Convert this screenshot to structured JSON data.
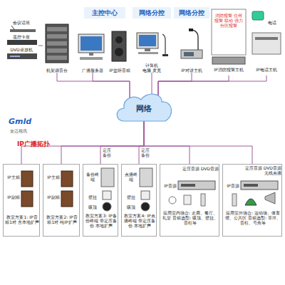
{
  "diagram": {
    "nodes": [
      {
        "text": [
          "会议话筒",
          "遥控卡座",
          "DVD录放机"
        ]
      },
      {
        "text": [
          "机架调音台"
        ]
      },
      {
        "text": [
          "主控中心"
        ]
      },
      {
        "text": [
          "广播服务器"
        ]
      },
      {
        "text": [
          "IP监听音箱"
        ]
      },
      {
        "text": [
          "网络分控"
        ]
      },
      {
        "text": [
          "计算机",
          "电脑 麦克"
        ]
      },
      {
        "text": [
          "网络分控"
        ]
      },
      {
        "text": [
          "IP对讲主机"
        ]
      },
      {
        "text": [
          "消防报警 任何报警 联动 强力分区报警",
          "IP消防报警主机"
        ]
      },
      {
        "text": [
          "电话",
          "IP电话主机"
        ]
      },
      {
        "text": [
          "网络"
        ]
      },
      {
        "text": [
          "IP主箱",
          "IP副箱",
          "教室方案1: IP音箱1对 含本地扩声"
        ]
      },
      {
        "text": [
          "IP主箱",
          "IP副箱",
          "教室方案2: IP音箱1对 纯IP扩声"
        ]
      },
      {
        "text": [
          "备份终端",
          "壁挂",
          "吸顶",
          "教室方案3: IP备份终端 带定压备份 本地扩声"
        ]
      },
      {
        "text": [
          "点播终端",
          "壁挂",
          "吸顶",
          "教室方案4: IP点播终端 带定压备份 本地扩声"
        ]
      },
      {
        "text": [
          "定压音源 DVD音源",
          "IP音源",
          "应用室内场合: 走廊、餐厅、礼堂 音箱选型: 吸顶、壁挂、音柱等"
        ]
      },
      {
        "text": [
          "定压音源 DVD音源 无线点播",
          "IP音源",
          "应用室外场合: 运动场、体育馆、公共区 音箱选型: 草坪、音柱、号角等"
        ]
      }
    ],
    "edges": [
      {
        "from": 0,
        "to": 1,
        "arrow": "none"
      },
      {
        "from": 11,
        "to": 1,
        "arrow": "none"
      },
      {
        "from": 11,
        "to": 3,
        "arrow": "none"
      },
      {
        "from": 11,
        "to": 6,
        "arrow": "none"
      },
      {
        "from": 11,
        "to": 8,
        "arrow": "none"
      },
      {
        "from": 11,
        "to": 9,
        "arrow": "none"
      },
      {
        "from": 11,
        "to": 10,
        "arrow": "none"
      },
      {
        "from": 11,
        "to": 12,
        "arrow": "none"
      },
      {
        "from": 11,
        "to": 13,
        "arrow": "none"
      },
      {
        "from": 11,
        "to": 14,
        "label": "定压备份",
        "arrow": "none"
      },
      {
        "from": 11,
        "to": 15,
        "label": "定压备份",
        "arrow": "none"
      },
      {
        "from": 11,
        "to": 16,
        "arrow": "none"
      },
      {
        "from": 11,
        "to": 17,
        "arrow": "none"
      }
    ],
    "labels": [
      "Gmld",
      "金迈视讯",
      "IP广播拓扑"
    ]
  }
}
